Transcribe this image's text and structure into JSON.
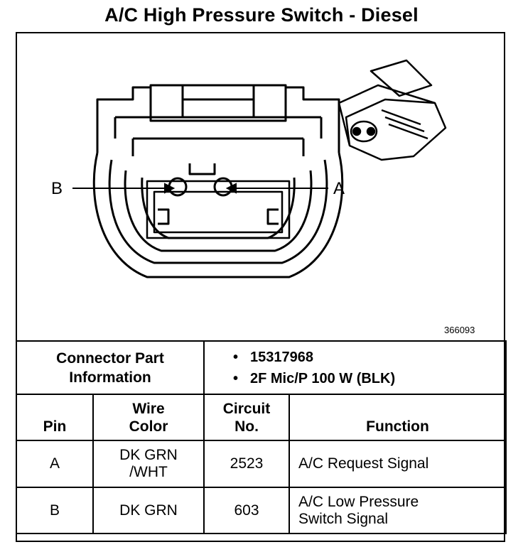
{
  "title": "A/C High Pressure Switch - Diesel",
  "figure": {
    "id": "366093",
    "callouts": {
      "left": "B",
      "right": "A"
    }
  },
  "connector_info": {
    "label_line1": "Connector Part",
    "label_line2": "Information",
    "values": [
      "15317968",
      "2F Mic/P 100 W (BLK)"
    ]
  },
  "table": {
    "headers": {
      "pin": "Pin",
      "wire_color_line1": "Wire",
      "wire_color_line2": "Color",
      "circuit_line1": "Circuit",
      "circuit_line2": "No.",
      "function": "Function"
    },
    "rows": [
      {
        "pin": "A",
        "wire_line1": "DK GRN",
        "wire_line2": "/WHT",
        "circuit": "2523",
        "function_line1": "A/C Request Signal",
        "function_line2": ""
      },
      {
        "pin": "B",
        "wire_line1": "DK GRN",
        "wire_line2": "",
        "circuit": "603",
        "function_line1": "A/C Low Pressure",
        "function_line2": "Switch Signal"
      }
    ]
  },
  "bullet_glyph": "•"
}
